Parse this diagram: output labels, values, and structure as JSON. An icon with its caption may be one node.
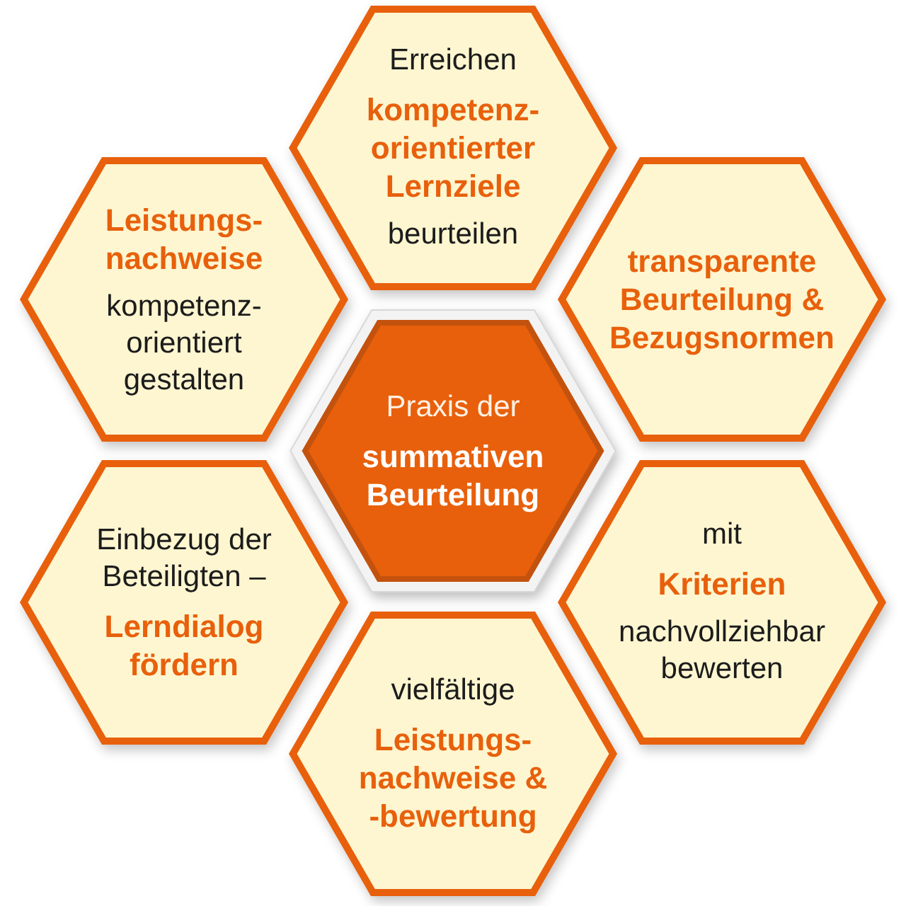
{
  "diagram": {
    "nodes": [
      {
        "text": [
          "Erreichen",
          "kompetenz- orientierter Lernziele",
          "beurteilen"
        ]
      },
      {
        "text": [
          "Leistungs- nachweise",
          "kompetenz- orientiert gestalten"
        ]
      },
      {
        "text": [
          "transparente Beurteilung & Bezugsnormen"
        ]
      },
      {
        "text": [
          "Praxis der",
          "summativen Beurteilung"
        ]
      },
      {
        "text": [
          "Einbezug der Beteiligten –",
          "Lerndialog fördern"
        ]
      },
      {
        "text": [
          "mit",
          "Kriterien",
          "nachvollziehbar bewerten"
        ]
      },
      {
        "text": [
          "vielfältige",
          "Leistungs- nachweise & -bewertung"
        ]
      }
    ]
  }
}
